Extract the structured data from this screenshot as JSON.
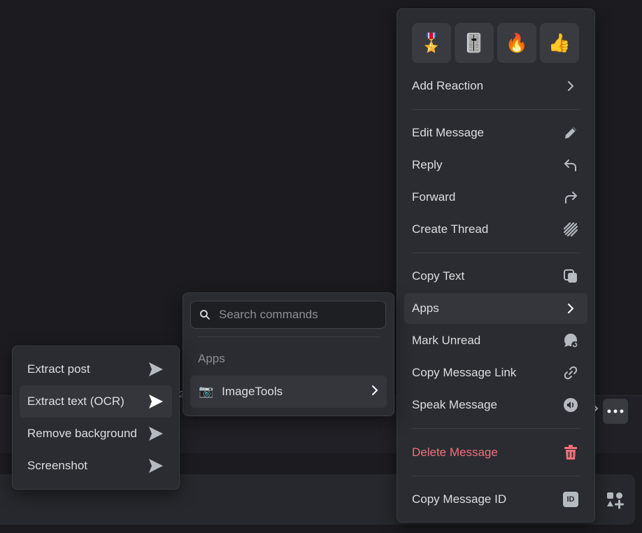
{
  "background": {
    "stray_text": "2"
  },
  "colors": {
    "danger": "#f0707a",
    "menu_bg": "#2b2c31",
    "highlight": "#35363c"
  },
  "reactions": [
    {
      "emoji": "🎖️",
      "icon": "medal-icon"
    },
    {
      "emoji": "🎚️",
      "icon": "level-slider-icon"
    },
    {
      "emoji": "🔥",
      "icon": "fire-icon"
    },
    {
      "emoji": "👍",
      "icon": "thumbs-up-icon"
    }
  ],
  "context_menu": {
    "add_reaction": "Add Reaction",
    "edit_message": "Edit Message",
    "reply": "Reply",
    "forward": "Forward",
    "create_thread": "Create Thread",
    "copy_text": "Copy Text",
    "apps": "Apps",
    "mark_unread": "Mark Unread",
    "copy_message_link": "Copy Message Link",
    "speak_message": "Speak Message",
    "delete_message": "Delete Message",
    "copy_message_id": "Copy Message ID",
    "id_badge": "ID"
  },
  "commands_menu": {
    "search_placeholder": "Search commands",
    "section_label": "Apps",
    "app_emoji": "📷",
    "app_name": "ImageTools"
  },
  "app_commands": [
    "Extract post",
    "Extract text (OCR)",
    "Remove background",
    "Screenshot"
  ]
}
